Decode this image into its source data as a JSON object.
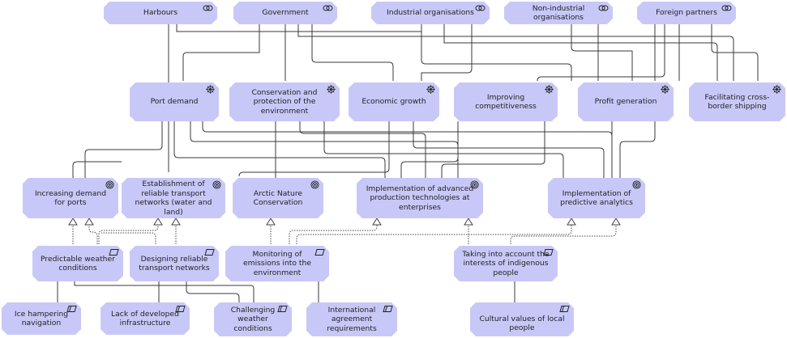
{
  "diagram": {
    "type": "ArchiMate motivation view",
    "colors": {
      "node_fill": "#c8c8f8",
      "line": "#3a3a3a"
    },
    "stakeholders": [
      {
        "id": "harbours",
        "label": "Harbours",
        "icon": "stakeholder-icon"
      },
      {
        "id": "government",
        "label": "Government",
        "icon": "stakeholder-icon"
      },
      {
        "id": "industrial",
        "label": "Industrial organisations",
        "icon": "stakeholder-icon"
      },
      {
        "id": "nonindustrial",
        "label": "Non-industrial organisations",
        "icon": "stakeholder-icon"
      },
      {
        "id": "foreign",
        "label": "Foreign partners",
        "icon": "stakeholder-icon"
      }
    ],
    "drivers": [
      {
        "id": "port",
        "label": "Port demand",
        "icon": "driver-icon"
      },
      {
        "id": "conservation",
        "label": "Conservation and protection of the environment",
        "icon": "driver-icon"
      },
      {
        "id": "economic",
        "label": "Economic growth",
        "icon": "driver-icon"
      },
      {
        "id": "competitiveness",
        "label": "Improving competitiveness",
        "icon": "driver-icon"
      },
      {
        "id": "profit",
        "label": "Profit generation",
        "icon": "driver-icon"
      },
      {
        "id": "crossborder",
        "label": "Facilitating cross-border shipping",
        "icon": "driver-icon"
      }
    ],
    "goals": [
      {
        "id": "increasing",
        "label": "Increasing demand for ports",
        "icon": "goal-icon"
      },
      {
        "id": "transport",
        "label": "Establishment of reliable transport networks (water and land)",
        "icon": "goal-icon"
      },
      {
        "id": "arctic",
        "label": "Arctic Nature Conservation",
        "icon": "goal-icon"
      },
      {
        "id": "advanced",
        "label": "Implementation of advanced production technologies at enterprises",
        "icon": "goal-icon"
      },
      {
        "id": "predictive",
        "label": "Implementation of predictive analytics",
        "icon": "goal-icon"
      }
    ],
    "requirements": [
      {
        "id": "weather",
        "label": "Predictable weather conditions",
        "icon": "requirement-icon"
      },
      {
        "id": "designing",
        "label": "Designing reliable transport networks",
        "icon": "requirement-icon"
      },
      {
        "id": "monitoring",
        "label": "Monitoring of emissions into the environment",
        "icon": "requirement-icon"
      },
      {
        "id": "indigenous",
        "label": "Taking into account the interests of indigenous people",
        "icon": "requirement-icon"
      }
    ],
    "constraints": [
      {
        "id": "ice",
        "label": "Ice hampering navigation",
        "icon": "constraint-icon"
      },
      {
        "id": "infra",
        "label": "Lack of developed infrastructure",
        "icon": "constraint-icon"
      },
      {
        "id": "challenging",
        "label": "Challenging weather conditions",
        "icon": "constraint-icon"
      },
      {
        "id": "international",
        "label": "International agreement requirements",
        "icon": "constraint-icon"
      },
      {
        "id": "cultural",
        "label": "Cultural values of local people",
        "icon": "constraint-icon"
      }
    ]
  }
}
